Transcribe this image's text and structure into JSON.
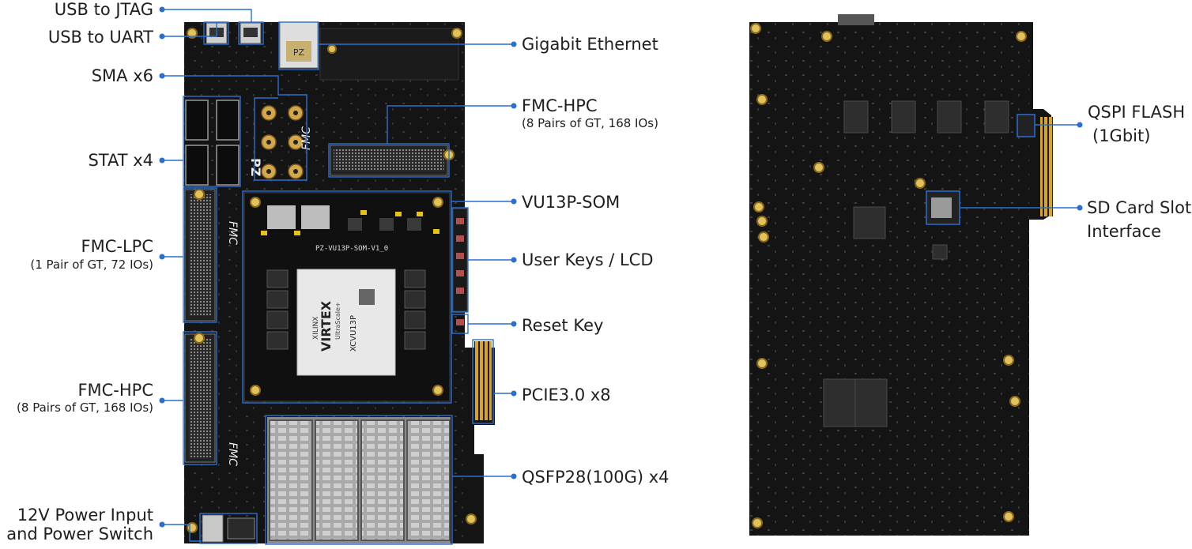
{
  "left_labels": {
    "usb_jtag": "USB to JTAG",
    "usb_uart": "USB to UART",
    "sma": "SMA x6",
    "stat": "STAT x4",
    "fmc_lpc": "FMC-LPC",
    "fmc_lpc_sub": "(1 Pair of GT, 72 IOs)",
    "fmc_hpc_left": "FMC-HPC",
    "fmc_hpc_left_sub": "(8 Pairs of GT, 168 IOs)",
    "power_line1": "12V Power Input",
    "power_line2": "and Power Switch"
  },
  "right_labels": {
    "gigabit": "Gigabit Ethernet",
    "fmc_hpc": "FMC-HPC",
    "fmc_hpc_sub": "(8 Pairs of GT, 168 IOs)",
    "som": "VU13P-SOM",
    "user_keys": "User Keys / LCD",
    "reset": "Reset Key",
    "pcie": "PCIE3.0 x8",
    "qsfp": "QSFP28(100G) x4"
  },
  "back_labels": {
    "qspi_line1": "QSPI FLASH",
    "qspi_line2": "(1Gbit)",
    "sd_line1": "SD Card Slot",
    "sd_line2": "Interface"
  },
  "board_text": {
    "som_name": "PZ-VU13P-SOM-V1_0",
    "fpga_brand": "XILINX",
    "fpga_family": "VIRTEX",
    "fpga_sub": "UltraScale+",
    "fpga_part": "XCVU13P",
    "fmc_silk": "FMC",
    "pz_silk": "PZ",
    "eth_silk": "PZ"
  },
  "colors": {
    "leader": "#2b6fce",
    "board": "#141414",
    "gold": "#d9a520",
    "metal": "#b9b9b9"
  }
}
